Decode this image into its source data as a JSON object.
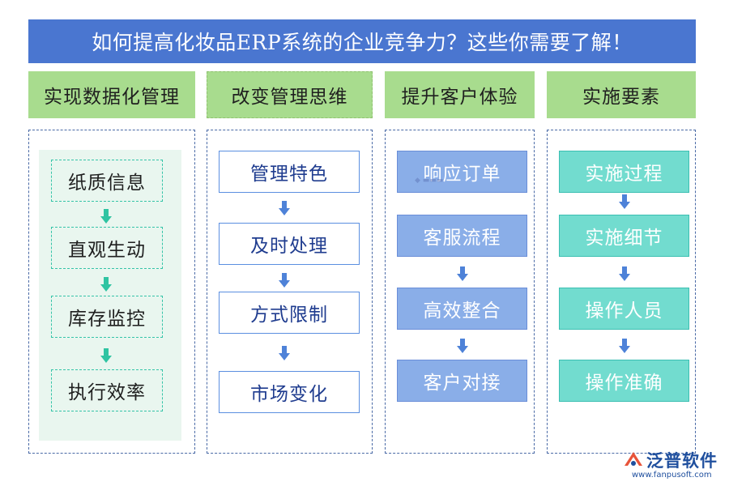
{
  "title": "如何提高化妆品ERP系统的企业竞争力？这些你需要了解！",
  "columns": [
    {
      "header": "实现数据化管理",
      "items": [
        "纸质信息",
        "直观生动",
        "库存监控",
        "执行效率"
      ]
    },
    {
      "header": "改变管理思维",
      "items": [
        "管理特色",
        "及时处理",
        "方式限制",
        "市场变化"
      ]
    },
    {
      "header": "提升客户体验",
      "items": [
        "响应订单",
        "客服流程",
        "高效整合",
        "客户对接"
      ]
    },
    {
      "header": "实施要素",
      "items": [
        "实施过程",
        "实施细节",
        "操作人员",
        "操作准确"
      ]
    }
  ],
  "colors": {
    "title_bg": "#4a76d0",
    "header_bg": "#a8dc8e",
    "col1_arrow": "#2fc4a2",
    "col2_arrow": "#4e82d8",
    "col3_arrow": "#4e82d8",
    "col4_arrow": "#4e82d8"
  },
  "logo": {
    "name": "泛普软件",
    "url": "www.fanpusoft.com",
    "icon": "fanpu-logo-icon"
  }
}
